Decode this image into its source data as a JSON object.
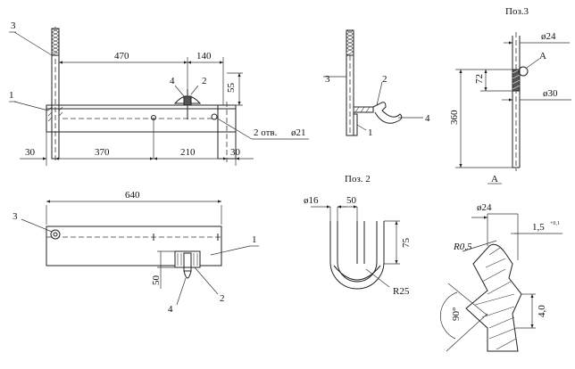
{
  "main_view": {
    "label_3": "3",
    "label_1": "1",
    "label_4": "4",
    "label_2": "2",
    "dim_470": "470",
    "dim_140": "140",
    "dim_55": "55",
    "dim_30_left": "30",
    "dim_370": "370",
    "dim_210": "210",
    "dim_30_right": "30",
    "holes_note_count": "2 отв.",
    "holes_note_dia": "ø21"
  },
  "top_view": {
    "dim_640": "640",
    "label_3": "3",
    "label_1": "1",
    "label_4": "4",
    "label_2": "2",
    "dim_50": "50"
  },
  "detail_small": {
    "label_3": "3",
    "label_2": "2",
    "label_1": "1",
    "label_4": "4"
  },
  "pos2": {
    "title": "Поз. 2",
    "dim_16": "ø16",
    "dim_50": "50",
    "dim_75": "75",
    "dim_r25": "R25"
  },
  "pos3": {
    "title": "Поз.3",
    "dim_24": "ø24",
    "dim_72": "72",
    "dim_360": "360",
    "dim_30": "ø30",
    "section_mark_top": "A",
    "section_mark_bottom": "A"
  },
  "section_a": {
    "dim_24": "ø24",
    "dim_r05": "R0,5",
    "dim_15": "1,5",
    "tol": "+0,1",
    "dim_40": "4,0",
    "angle_90": "90°"
  }
}
